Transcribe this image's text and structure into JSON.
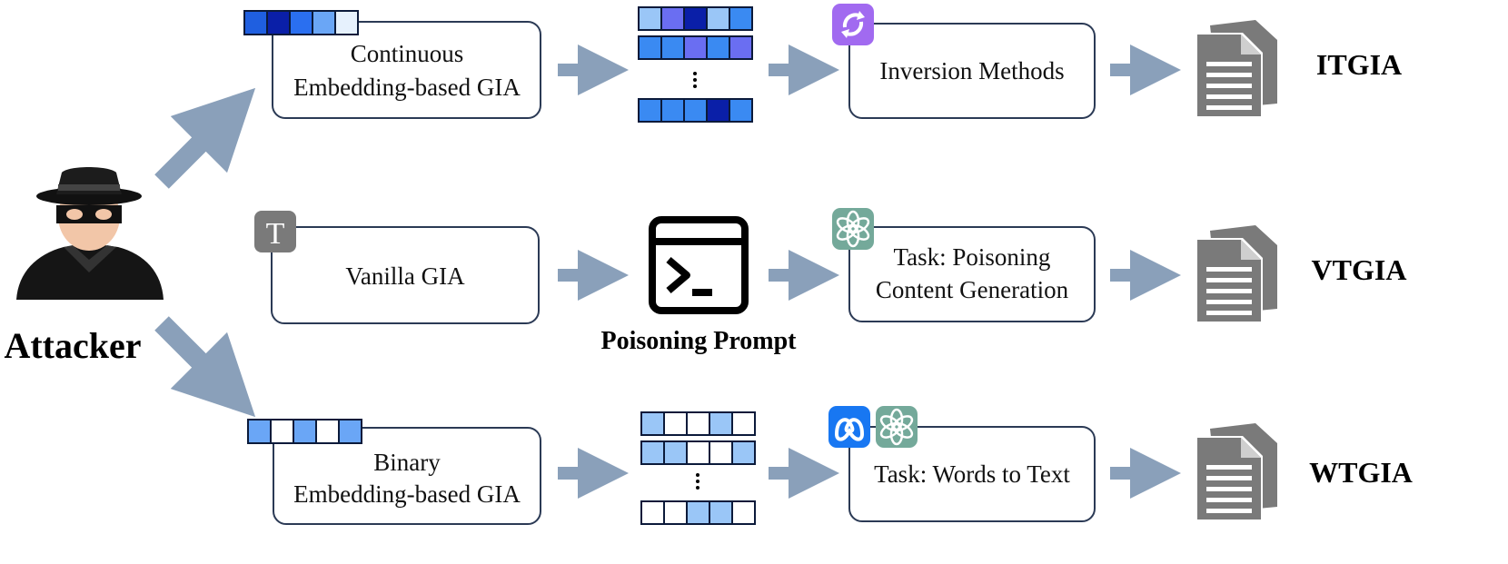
{
  "attacker": {
    "label": "Attacker"
  },
  "rows": [
    {
      "id": "itgia",
      "method_lines": [
        "Continuous",
        "Embedding-based GIA"
      ],
      "task_lines": [
        "Inversion Methods"
      ],
      "result": "ITGIA",
      "embedding_vectors": [
        [
          "#1f5fe0",
          "#0a1fa8",
          "#2a6ff0",
          "#6aa6f6",
          "#e6f1fd"
        ],
        [
          "#9ac6f7",
          "#6a6ef2",
          "#0a1fa8",
          "#9ac6f7",
          "#3a8af2"
        ],
        [
          "#3a8af2",
          "#3a8af2",
          "#6a6ef2",
          "#3a8af2",
          "#6a6ef2"
        ],
        [
          "#3a8af2",
          "#3a8af2",
          "#3a8af2",
          "#0a1fa8",
          "#3a8af2"
        ]
      ],
      "badge_icons": [
        "sync-icon"
      ],
      "badge_colors": [
        "#a16af0"
      ]
    },
    {
      "id": "vtgia",
      "method_lines": [
        "Vanilla GIA"
      ],
      "task_lines": [
        "Task: Poisoning",
        "Content Generation"
      ],
      "result": "VTGIA",
      "prompt_label": "Poisoning Prompt",
      "badge_icons": [
        "openai-icon"
      ],
      "badge_colors": [
        "#74a99a"
      ],
      "method_badge_letter": "T"
    },
    {
      "id": "wtgia",
      "method_lines": [
        "Binary",
        "Embedding-based GIA"
      ],
      "task_lines": [
        "Task: Words to Text"
      ],
      "result": "WTGIA",
      "embedding_vectors": [
        [
          "#6aa6f6",
          "#ffffff",
          "#6aa6f6",
          "#ffffff",
          "#6aa6f6"
        ],
        [
          "#9ac6f7",
          "#ffffff",
          "#ffffff",
          "#9ac6f7",
          "#ffffff"
        ],
        [
          "#9ac6f7",
          "#9ac6f7",
          "#ffffff",
          "#ffffff",
          "#9ac6f7"
        ],
        [
          "#ffffff",
          "#ffffff",
          "#9ac6f7",
          "#9ac6f7",
          "#ffffff"
        ]
      ],
      "badge_icons": [
        "meta-icon",
        "openai-icon"
      ],
      "badge_colors": [
        "#1877f2",
        "#74a99a"
      ]
    }
  ],
  "colors": {
    "arrow": "#8aa0ba",
    "box_border": "#2b3a55",
    "doc_gray": "#7a7a7a"
  }
}
